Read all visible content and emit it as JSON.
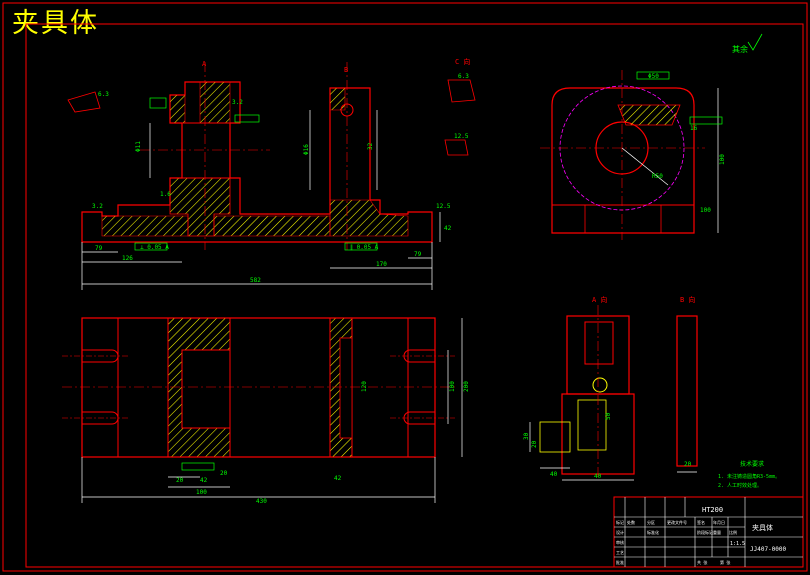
{
  "drawing": {
    "title": "夹具体",
    "material": "HT200",
    "part_name": "夹具体",
    "drawing_no": "JJ407-0000",
    "scale": "1:1.5",
    "roughness_rest": "其余",
    "view_labels": {
      "a": "A",
      "b": "B",
      "a_dir": "A 向",
      "b_dir": "B 向",
      "c_dir": "C 向"
    },
    "notes_title": "技术要求",
    "notes": [
      "1. 未注铸造圆角R3-5mm。",
      "2. 人工时效处理。"
    ]
  },
  "dimensions": {
    "front": [
      "79",
      "126",
      "170",
      "79",
      "582",
      "42",
      "Φ11",
      "Φ16",
      "32"
    ],
    "top": [
      "100",
      "200",
      "430",
      "42",
      "100",
      "20",
      "20",
      "42",
      "120"
    ],
    "side": [
      "R50",
      "16",
      "100",
      "Φ50",
      "100"
    ],
    "detail": [
      "40",
      "20",
      "40",
      "50",
      "30",
      "20"
    ],
    "roughness": [
      "6.3",
      "3.2",
      "12.5",
      "1.6",
      "6.3",
      "12.5",
      "3.2"
    ]
  },
  "title_block": {
    "cells": [
      "标记",
      "处数",
      "分区",
      "更改文件号",
      "签名",
      "年月日",
      "设计",
      "标准化",
      "审核",
      "工艺",
      "批准",
      "阶段标记",
      "重量",
      "比例",
      "共 张",
      "第 张"
    ]
  }
}
